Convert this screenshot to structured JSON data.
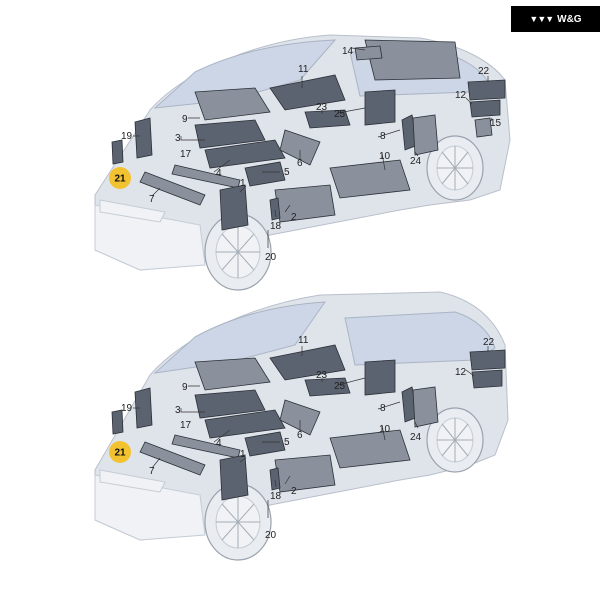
{
  "brand": {
    "mark": "▼▼▼",
    "text": "W&G"
  },
  "highlight_color": "#f2c230",
  "diagrams": [
    {
      "name": "sedan",
      "labels": [
        "11",
        "14",
        "22",
        "12",
        "15",
        "23",
        "25",
        "9",
        "19",
        "3",
        "17",
        "21",
        "4",
        "5",
        "6",
        "8",
        "10",
        "24",
        "7",
        "1",
        "18",
        "2",
        "20"
      ],
      "highlighted": "21"
    },
    {
      "name": "estate",
      "labels": [
        "11",
        "22",
        "12",
        "23",
        "25",
        "9",
        "19",
        "3",
        "17",
        "21",
        "4",
        "5",
        "6",
        "8",
        "10",
        "24",
        "7",
        "1",
        "18",
        "2",
        "20"
      ],
      "highlighted": "21"
    }
  ]
}
